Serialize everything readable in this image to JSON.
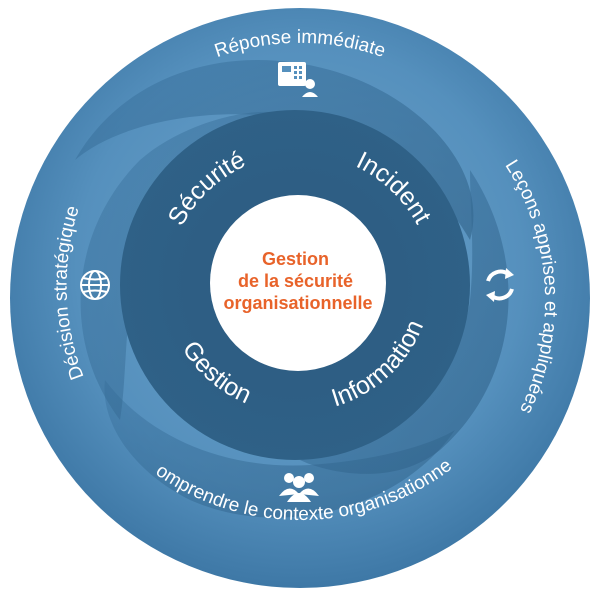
{
  "center": {
    "lines": [
      "Gestion",
      "de la sécurité",
      "organisationnelle"
    ]
  },
  "inner_ring": {
    "labels": {
      "top_left": "Sécurité",
      "top_right": "Incident",
      "bottom_left": "Gestion",
      "bottom_right": "Information"
    }
  },
  "outer_ring": {
    "labels": {
      "top": "Réponse immédiate",
      "right": "Leçons apprises et appliquées",
      "bottom": "Comprendre le contexte organisationnel",
      "left": "Décision stratégique"
    },
    "icons": {
      "top": "phone-support-icon",
      "right": "cycle-arrows-icon",
      "bottom": "people-group-icon",
      "left": "globe-icon"
    }
  },
  "colors": {
    "outer_light": "#5b94bf",
    "outer_mid": "#4a83b0",
    "outer_dark": "#2f6388",
    "inner_ring": "#2f5f86",
    "center_fill": "#ffffff",
    "center_text": "#e8632a"
  }
}
